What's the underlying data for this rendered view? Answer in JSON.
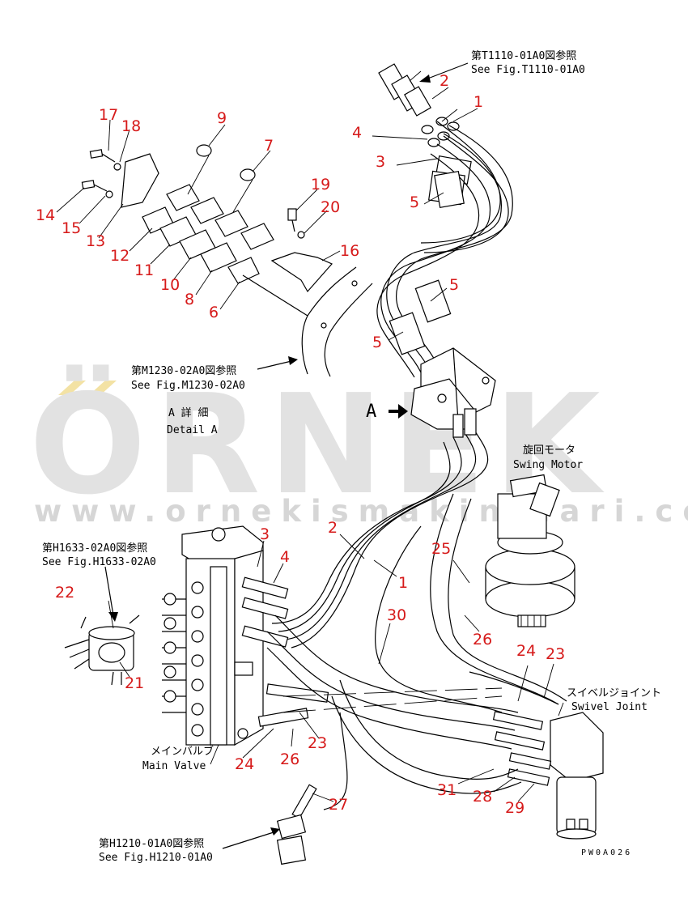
{
  "watermark": {
    "brand": "ÖRNEK",
    "url": "www.ornekismakinalari.com.tr"
  },
  "references": {
    "t1110_jp": "第T1110-01A0図参照",
    "t1110_en": "See Fig.T1110-01A0",
    "m1230_jp": "第M1230-02A0図参照",
    "m1230_en": "See Fig.M1230-02A0",
    "h1633_jp": "第H1633-02A0図参照",
    "h1633_en": "See Fig.H1633-02A0",
    "h1210_jp": "第H1210-01A0図参照",
    "h1210_en": "See Fig.H1210-01A0"
  },
  "labels": {
    "detail_jp": "A 詳 細",
    "detail_en": "Detail A",
    "view_a": "A",
    "swing_motor_jp": "旋回モータ",
    "swing_motor_en": "Swing Motor",
    "swivel_jp": "スイベルジョイント",
    "swivel_en": "Swivel Joint",
    "main_valve_jp": "メインバルブ",
    "main_valve_en": "Main Valve",
    "drawing_code": "PW0A026"
  },
  "part_numbers": {
    "n1_top": "1",
    "n2_top": "2",
    "n3_top": "3",
    "n4_top": "4",
    "n5_a": "5",
    "n5_b": "5",
    "n5_c": "5",
    "n6": "6",
    "n7": "7",
    "n8": "8",
    "n9": "9",
    "n10": "10",
    "n11": "11",
    "n12": "12",
    "n13": "13",
    "n14": "14",
    "n15": "15",
    "n16": "16",
    "n17": "17",
    "n18": "18",
    "n19": "19",
    "n20": "20",
    "n2_mid": "2",
    "n1_mid": "1",
    "n3_mid": "3",
    "n4_mid": "4",
    "n21": "21",
    "n22": "22",
    "n23_a": "23",
    "n23_b": "23",
    "n24_a": "24",
    "n24_b": "24",
    "n25": "25",
    "n26_a": "26",
    "n26_b": "26",
    "n27": "27",
    "n28": "28",
    "n29": "29",
    "n30": "30",
    "n31": "31"
  },
  "colors": {
    "callout": "#d61a1a",
    "watermark": "#e2e2e2",
    "accent": "#f3e2a4",
    "ink": "#000000"
  }
}
